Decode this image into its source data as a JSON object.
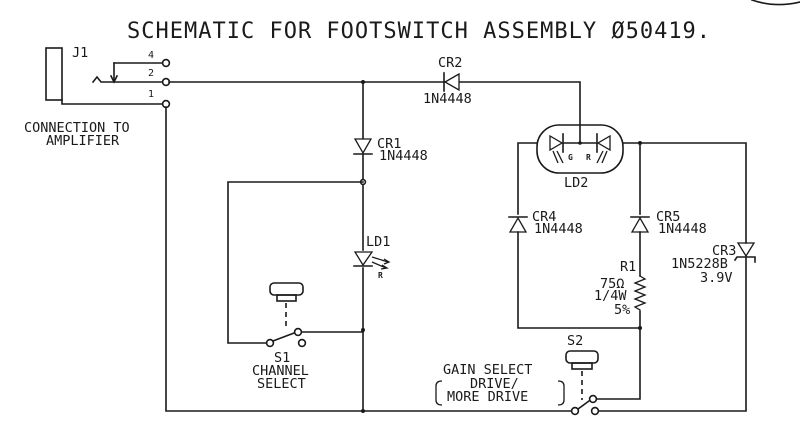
{
  "title": "SCHEMATIC FOR FOOTSWITCH ASSEMBLY Ø50419.",
  "connector": {
    "ref": "J1",
    "pins": [
      "4",
      "2",
      "1"
    ],
    "caption_line1": "CONNECTION TO",
    "caption_line2": "AMPLIFIER"
  },
  "components": {
    "CR1": {
      "ref": "CR1",
      "part": "1N4448"
    },
    "CR2": {
      "ref": "CR2",
      "part": "1N4448"
    },
    "CR3": {
      "ref": "CR3",
      "part": "1N5228B",
      "value": "3.9V"
    },
    "CR4": {
      "ref": "CR4",
      "part": "1N4448"
    },
    "CR5": {
      "ref": "CR5",
      "part": "1N4448"
    },
    "LD1": {
      "ref": "LD1",
      "color_mark": "R"
    },
    "LD2": {
      "ref": "LD2",
      "left_mark": "G",
      "right_mark": "R"
    },
    "R1": {
      "ref": "R1",
      "value": "75Ω",
      "power": "1/4W",
      "tolerance": "5%"
    }
  },
  "switches": {
    "S1": {
      "ref": "S1",
      "line1": "CHANNEL",
      "line2": "SELECT"
    },
    "S2": {
      "ref": "S2",
      "line1": "GAIN SELECT",
      "line2": "DRIVE/",
      "line3": "MORE DRIVE"
    }
  }
}
